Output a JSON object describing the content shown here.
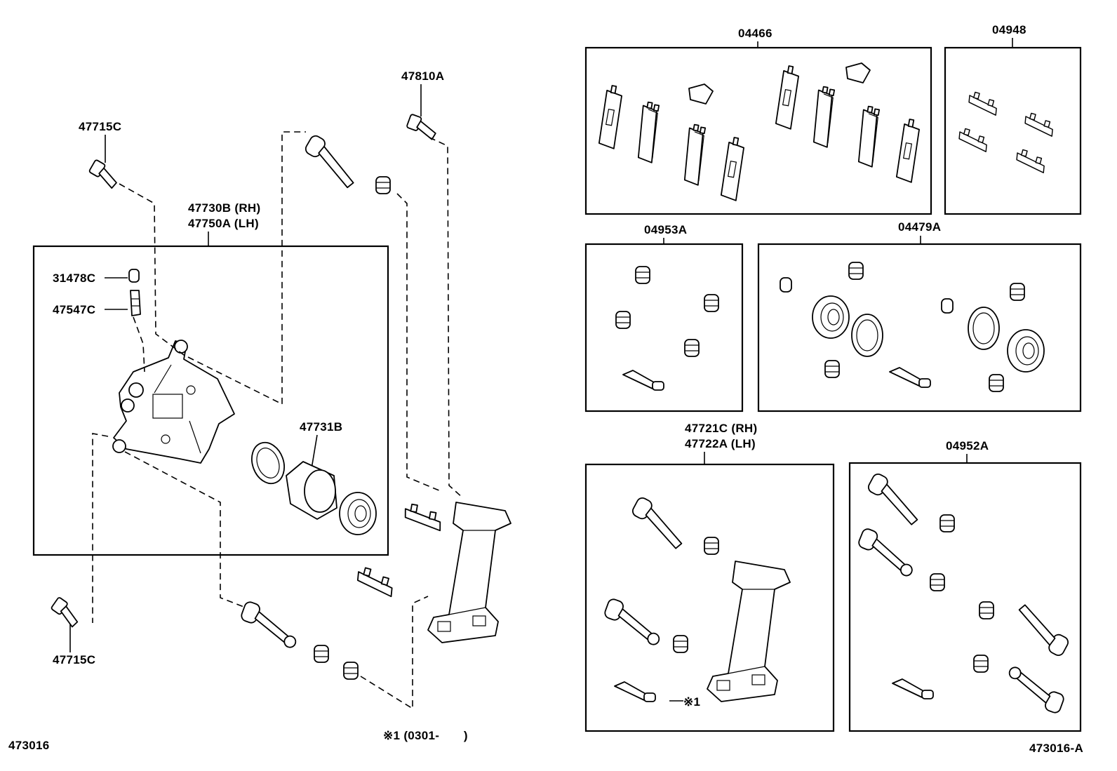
{
  "diagram": {
    "figure_number_left": "473016",
    "figure_number_right": "473016-A",
    "footnote": "※1 (0301-　　)",
    "labels": {
      "bolt_top_left": "47715C",
      "bolt_top_center": "47810A",
      "caliper_rh": "47730B (RH)",
      "caliper_lh": "47750A (LH)",
      "bleeder_cap": "31478C",
      "bleeder_plug": "47547C",
      "piston": "47731B",
      "bolt_bottom_left": "47715C",
      "pad_kit": "04466",
      "shim_kit": "04948",
      "cylinder_kit_a": "04953A",
      "cylinder_kit_b": "04479A",
      "mounting_rh": "47721C (RH)",
      "mounting_lh": "47722A (LH)",
      "slide_pin_kit": "04952A",
      "grease_note": "※1"
    }
  }
}
